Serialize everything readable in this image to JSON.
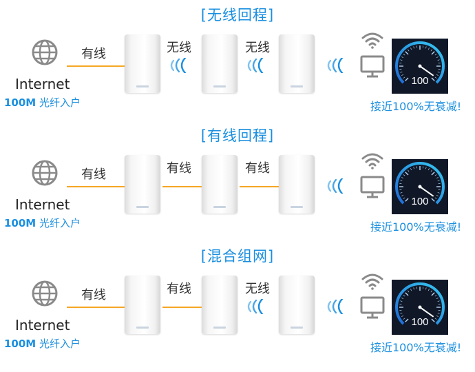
{
  "sections": [
    {
      "title": "[无线回程]",
      "internet_label": "Internet",
      "fiber_speed": "100M",
      "fiber_text": "光纤入户",
      "links": [
        {
          "label": "有线",
          "kind": "wired"
        },
        {
          "label": "无线",
          "kind": "wireless"
        },
        {
          "label": "无线",
          "kind": "wireless"
        }
      ],
      "gauge_value": "100",
      "speed_text": "接近100%无衰减!"
    },
    {
      "title": "[有线回程]",
      "internet_label": "Internet",
      "fiber_speed": "100M",
      "fiber_text": "光纤入户",
      "links": [
        {
          "label": "有线",
          "kind": "wired"
        },
        {
          "label": "有线",
          "kind": "wired"
        },
        {
          "label": "有线",
          "kind": "wired"
        }
      ],
      "gauge_value": "100",
      "speed_text": "接近100%无衰减!"
    },
    {
      "title": "[混合组网]",
      "internet_label": "Internet",
      "fiber_speed": "100M",
      "fiber_text": "光纤入户",
      "links": [
        {
          "label": "有线",
          "kind": "wired"
        },
        {
          "label": "有线",
          "kind": "wired"
        },
        {
          "label": "无线",
          "kind": "wireless"
        }
      ],
      "gauge_value": "100",
      "speed_text": "接近100%无衰减!"
    }
  ],
  "colors": {
    "accent": "#1a8fe0",
    "wire": "#f6a623",
    "wireless": "#1a8fe0",
    "gauge_bg": "#101828",
    "globe": "#8a8a8a"
  },
  "icons": [
    "globe-icon",
    "mesh-node",
    "wireless-waves-icon",
    "wifi-icon",
    "monitor-icon",
    "speedometer-icon"
  ]
}
